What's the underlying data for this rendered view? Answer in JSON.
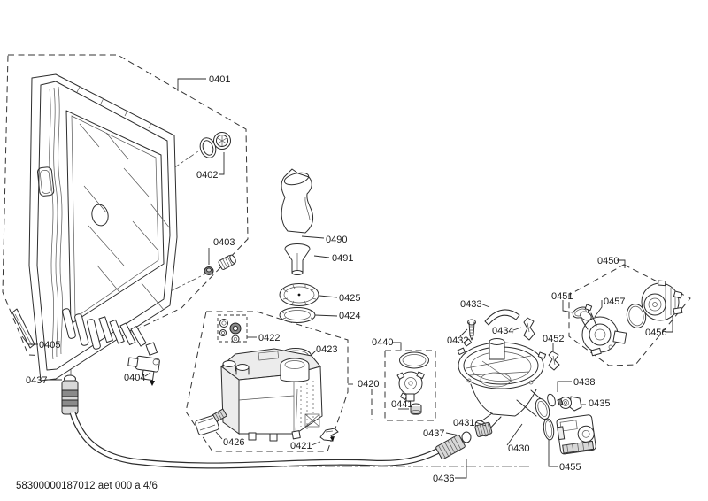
{
  "document": {
    "footer_ref": "58300000187012 aet 000 a 4/6",
    "type": "exploded-parts-diagram"
  },
  "colors": {
    "line": "#2d2d2d",
    "background": "#ffffff"
  },
  "labels": {
    "l0401": "0401",
    "l0402": "0402",
    "l0403": "0403",
    "l0404": "0404",
    "l0405": "0405",
    "l0437a": "0437",
    "l0490": "0490",
    "l0491": "0491",
    "l0425": "0425",
    "l0424": "0424",
    "l0422": "0422",
    "l0423": "0423",
    "l0420": "0420",
    "l0426": "0426",
    "l0421": "0421",
    "l0440": "0440",
    "l0441": "0441",
    "l0433": "0433",
    "l0432": "0432",
    "l0434": "0434",
    "l0452": "0452",
    "l0431": "0431",
    "l0437b": "0437",
    "l0430": "0430",
    "l0436": "0436",
    "l0450": "0450",
    "l0451": "0451",
    "l0457": "0457",
    "l0456": "0456",
    "l0438": "0438",
    "l0435": "0435",
    "l0455": "0455"
  }
}
